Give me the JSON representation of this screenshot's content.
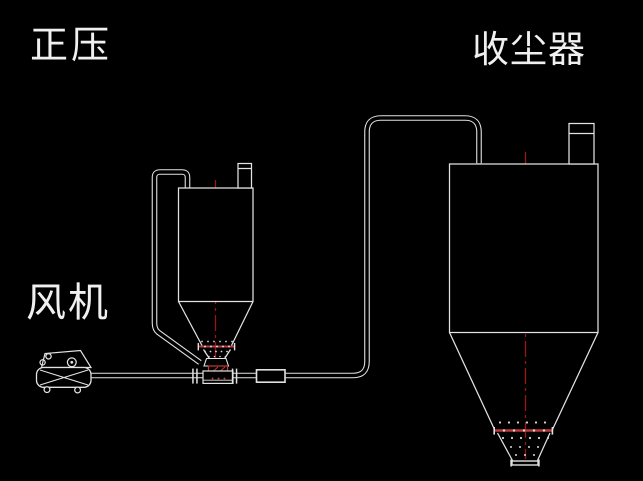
{
  "labels": {
    "positive_pressure": "正压",
    "dust_collector": "收尘器",
    "fan": "风机"
  },
  "colors": {
    "bg": "#000000",
    "line": "#e2e2e2",
    "text": "#f0f0f0",
    "centerline_red": "#9c1414",
    "flange_red": "#c13a3a",
    "bolt_dot": "#d8d8d8"
  }
}
